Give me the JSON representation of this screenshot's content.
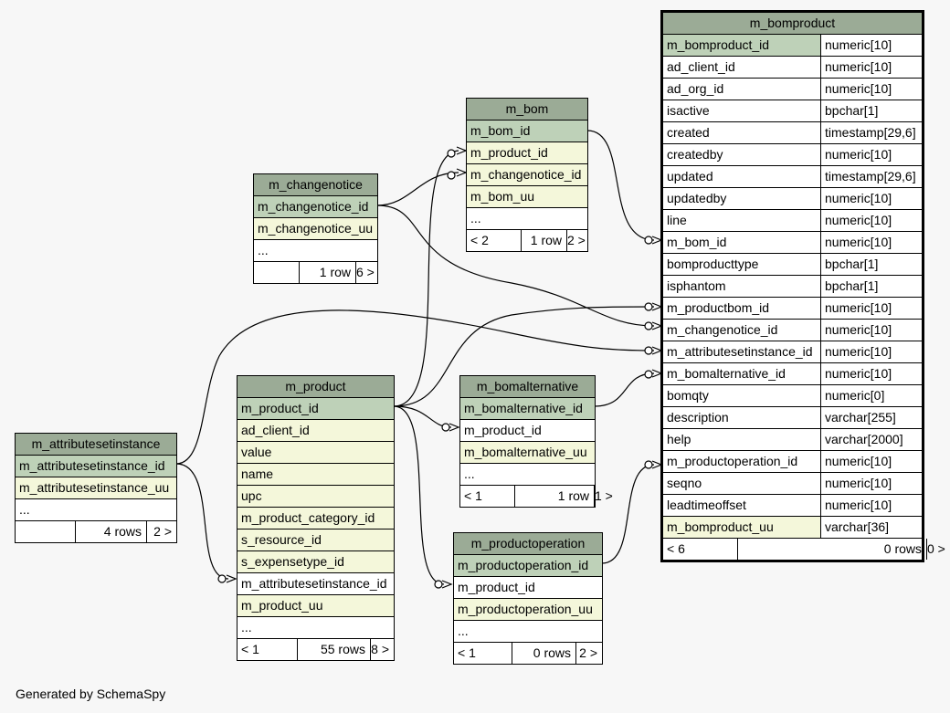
{
  "footer": "Generated by SchemaSpy",
  "tables": {
    "m_bomproduct": {
      "title": "m_bomproduct",
      "columns": [
        {
          "name": "m_bomproduct_id",
          "type": "numeric[10]"
        },
        {
          "name": "ad_client_id",
          "type": "numeric[10]"
        },
        {
          "name": "ad_org_id",
          "type": "numeric[10]"
        },
        {
          "name": "isactive",
          "type": "bpchar[1]"
        },
        {
          "name": "created",
          "type": "timestamp[29,6]"
        },
        {
          "name": "createdby",
          "type": "numeric[10]"
        },
        {
          "name": "updated",
          "type": "timestamp[29,6]"
        },
        {
          "name": "updatedby",
          "type": "numeric[10]"
        },
        {
          "name": "line",
          "type": "numeric[10]"
        },
        {
          "name": "m_bom_id",
          "type": "numeric[10]"
        },
        {
          "name": "bomproducttype",
          "type": "bpchar[1]"
        },
        {
          "name": "isphantom",
          "type": "bpchar[1]"
        },
        {
          "name": "m_productbom_id",
          "type": "numeric[10]"
        },
        {
          "name": "m_changenotice_id",
          "type": "numeric[10]"
        },
        {
          "name": "m_attributesetinstance_id",
          "type": "numeric[10]"
        },
        {
          "name": "m_bomalternative_id",
          "type": "numeric[10]"
        },
        {
          "name": "bomqty",
          "type": "numeric[0]"
        },
        {
          "name": "description",
          "type": "varchar[255]"
        },
        {
          "name": "help",
          "type": "varchar[2000]"
        },
        {
          "name": "m_productoperation_id",
          "type": "numeric[10]"
        },
        {
          "name": "seqno",
          "type": "numeric[10]"
        },
        {
          "name": "leadtimeoffset",
          "type": "numeric[10]"
        },
        {
          "name": "m_bomproduct_uu",
          "type": "varchar[36]"
        }
      ],
      "footer": {
        "parents": "< 6",
        "rows": "0 rows",
        "children": "0 >"
      }
    },
    "m_bom": {
      "title": "m_bom",
      "columns": [
        "m_bom_id",
        "m_product_id",
        "m_changenotice_id",
        "m_bom_uu",
        "..."
      ],
      "footer": {
        "parents": "< 2",
        "rows": "1 row",
        "children": "2 >"
      }
    },
    "m_changenotice": {
      "title": "m_changenotice",
      "columns": [
        "m_changenotice_id",
        "m_changenotice_uu",
        "..."
      ],
      "footer": {
        "parents": "",
        "rows": "1 row",
        "children": "6 >"
      }
    },
    "m_product": {
      "title": "m_product",
      "columns": [
        "m_product_id",
        "ad_client_id",
        "value",
        "name",
        "upc",
        "m_product_category_id",
        "s_resource_id",
        "s_expensetype_id",
        "m_attributesetinstance_id",
        "m_product_uu",
        "..."
      ],
      "footer": {
        "parents": "< 1",
        "rows": "55 rows",
        "children": "8 >"
      }
    },
    "m_bomalternative": {
      "title": "m_bomalternative",
      "columns": [
        "m_bomalternative_id",
        "m_product_id",
        "m_bomalternative_uu",
        "..."
      ],
      "footer": {
        "parents": "< 1",
        "rows": "1 row",
        "children": "1 >"
      }
    },
    "m_attributesetinstance": {
      "title": "m_attributesetinstance",
      "columns": [
        "m_attributesetinstance_id",
        "m_attributesetinstance_uu",
        "..."
      ],
      "footer": {
        "parents": "",
        "rows": "4 rows",
        "children": "2 >"
      }
    },
    "m_productoperation": {
      "title": "m_productoperation",
      "columns": [
        "m_productoperation_id",
        "m_product_id",
        "m_productoperation_uu",
        "..."
      ],
      "footer": {
        "parents": "< 1",
        "rows": "0 rows",
        "children": "2 >"
      }
    }
  },
  "colors": {
    "header": "#9bab96",
    "primary_key": "#bed1b8",
    "foreign_key": "#f4f7da",
    "background": "#f7f7f7"
  }
}
